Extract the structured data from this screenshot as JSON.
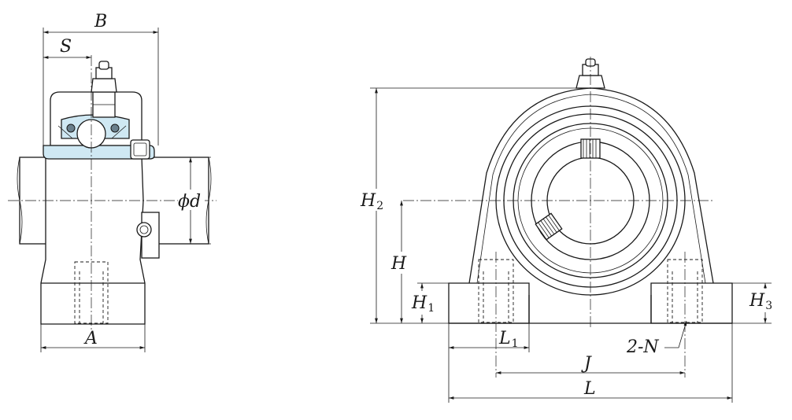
{
  "labels": {
    "B": "B",
    "S": "S",
    "phi_d": "ϕd",
    "A": "A",
    "H2": "H",
    "H2_sub": "2",
    "H": "H",
    "H1": "H",
    "H1_sub": "1",
    "H3": "H",
    "H3_sub": "3",
    "L1": "L",
    "L1_sub": "1",
    "J": "J",
    "L": "L",
    "N": "2-N"
  },
  "colors": {
    "section_fill": "#cfe8f3",
    "line": "#1a1a1a"
  }
}
